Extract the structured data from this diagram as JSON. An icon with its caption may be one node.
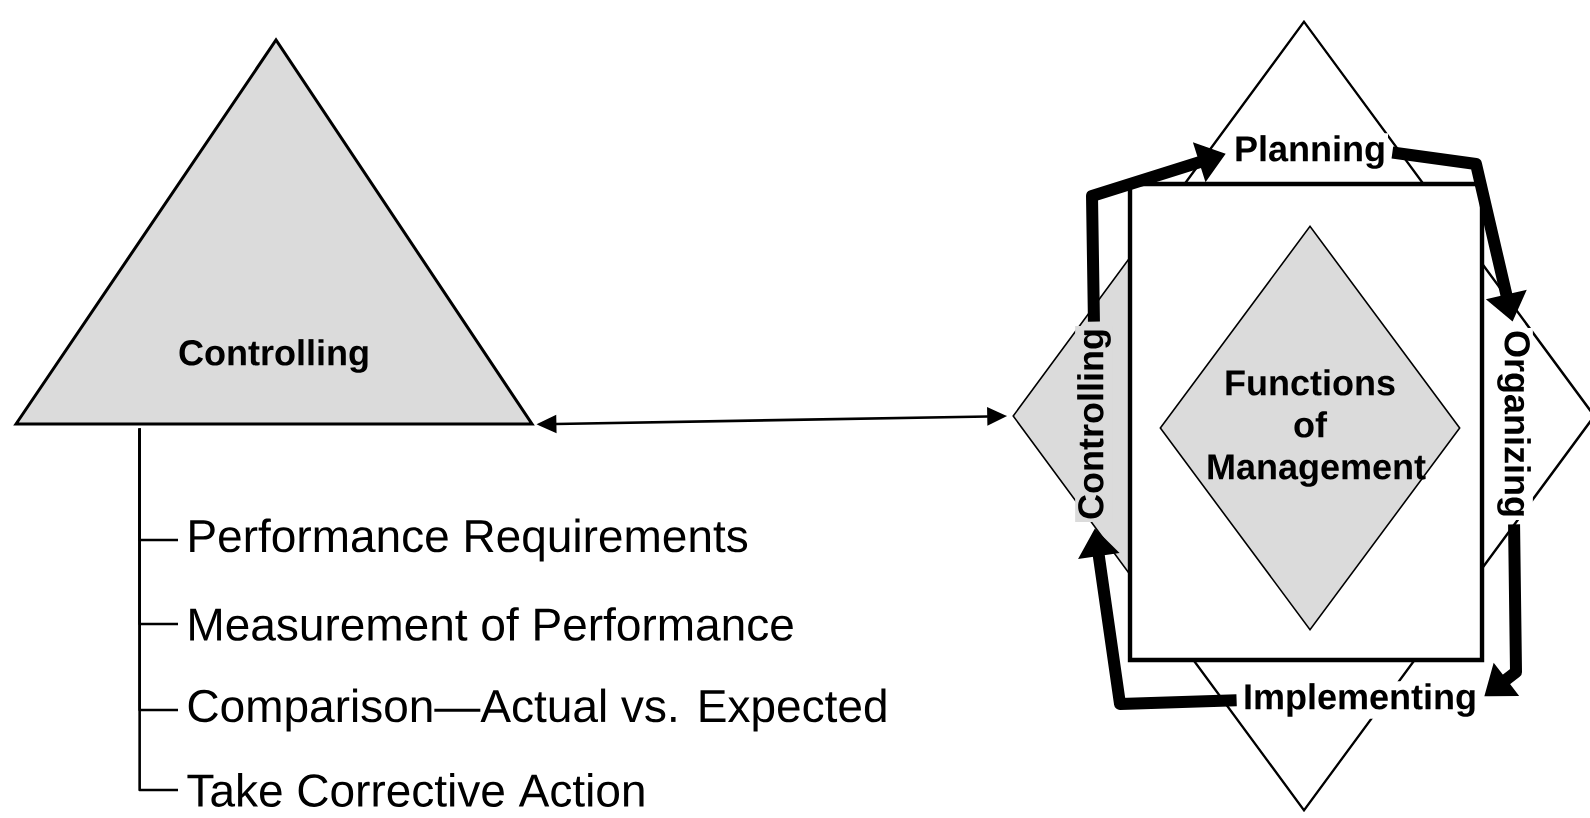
{
  "diagram": {
    "nodes": [
      {
        "text": [
          "Controlling"
        ]
      },
      {
        "text": [
          "Performance Requirements"
        ]
      },
      {
        "text": [
          "Measurement of Performance"
        ]
      },
      {
        "text": [
          "Comparison—Actual vs. Expected"
        ]
      },
      {
        "text": [
          "Take Corrective Action"
        ]
      },
      {
        "text": [],
        "shape": "diamond"
      },
      {
        "text": [],
        "shape": "box",
        "in": 5
      },
      {
        "text": [
          "Functions of Management"
        ],
        "in": 6
      },
      {
        "text": [
          "Planning"
        ],
        "in": 5
      },
      {
        "text": [
          "Organizing"
        ],
        "in": 5
      },
      {
        "text": [
          "Implementing"
        ],
        "in": 5
      },
      {
        "text": [
          "Controlling"
        ],
        "in": 5
      }
    ],
    "edges": [
      {
        "from": 0,
        "to": 5,
        "arrow": "both"
      },
      {
        "from": 0,
        "to": 1,
        "arrow": "none"
      },
      {
        "from": 0,
        "to": 2,
        "arrow": "none"
      },
      {
        "from": 0,
        "to": 3,
        "arrow": "none"
      },
      {
        "from": 0,
        "to": 4,
        "arrow": "none"
      },
      {
        "from": 11,
        "to": 8,
        "arrow": "to",
        "style": "thick"
      },
      {
        "from": 8,
        "to": 9,
        "arrow": "to",
        "style": "thick"
      },
      {
        "from": 9,
        "to": 10,
        "arrow": "to",
        "style": "thick"
      },
      {
        "from": 10,
        "to": 11,
        "arrow": "to",
        "style": "thick"
      }
    ]
  }
}
